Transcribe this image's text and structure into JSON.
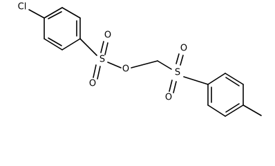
{
  "structure": {
    "atoms": {
      "cl": "Cl",
      "s1": "S",
      "s1_o_upper": "O",
      "s1_o_lower": "O",
      "ester_o": "O",
      "s2": "S",
      "s2_o_upper": "O",
      "s2_o_lower": "O"
    }
  },
  "colors": {
    "bond": "#000000",
    "background": "#ffffff"
  }
}
